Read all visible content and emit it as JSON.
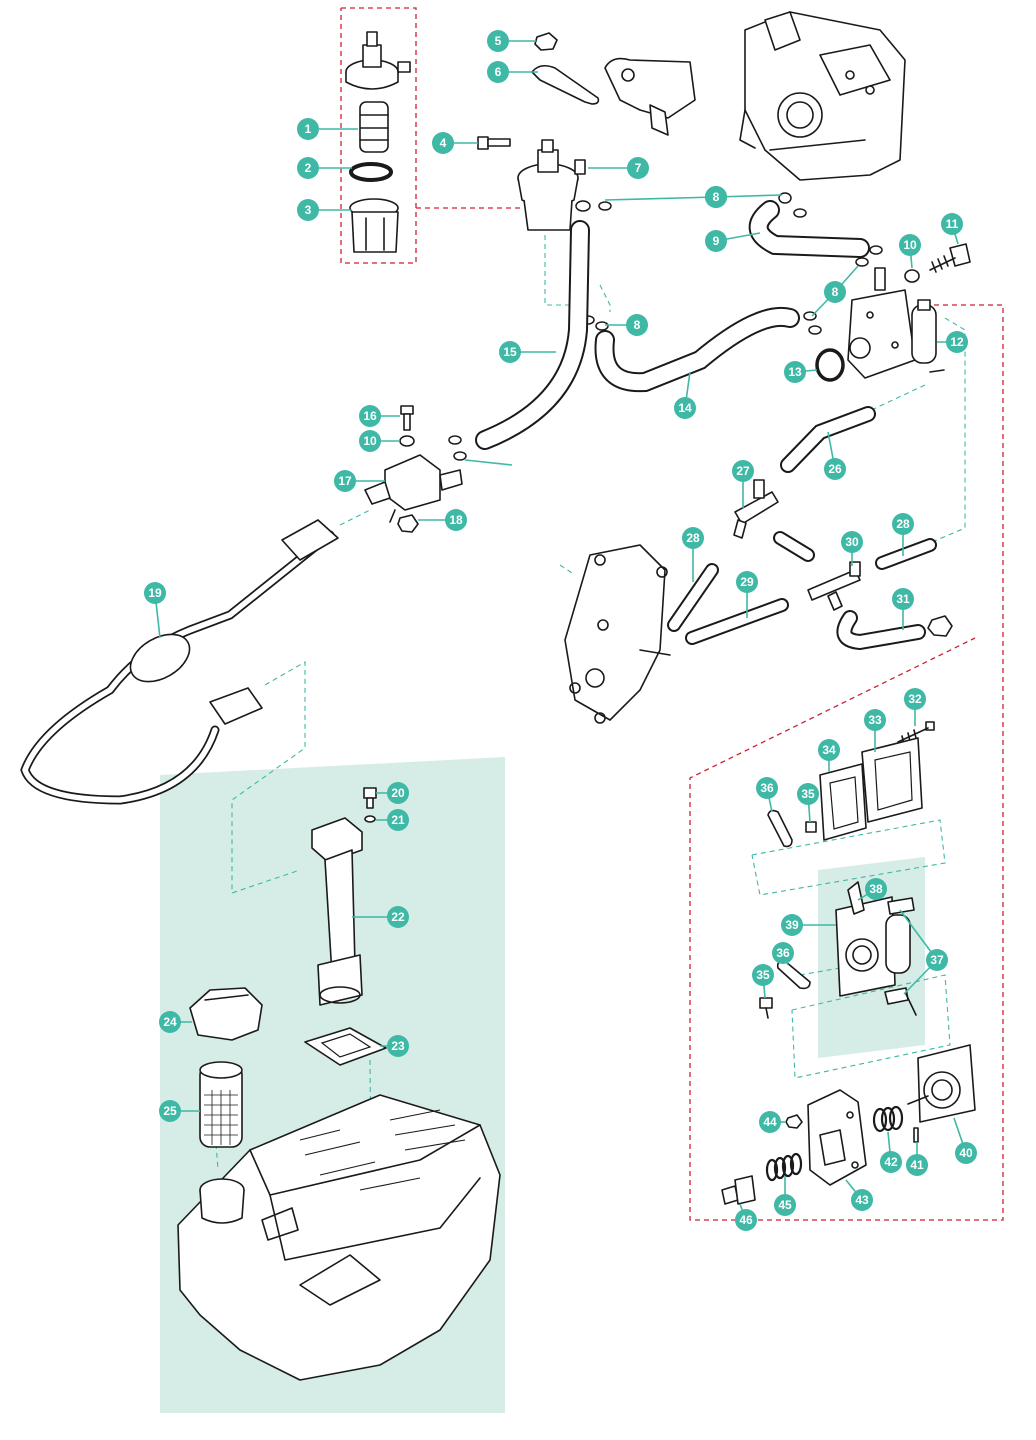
{
  "colors": {
    "callout": "#3fb8a6",
    "leader": "#3fb8a6",
    "tank_shade": "#d5ede6",
    "pump_shade": "#d5ede6",
    "group_box": "#cc2233",
    "dash_teal": "#3fb8a6",
    "line_art": "#1a1a1a"
  },
  "callouts": [
    {
      "id": "c1",
      "label": "1"
    },
    {
      "id": "c2",
      "label": "2"
    },
    {
      "id": "c3",
      "label": "3"
    },
    {
      "id": "c4",
      "label": "4"
    },
    {
      "id": "c5",
      "label": "5"
    },
    {
      "id": "c6",
      "label": "6"
    },
    {
      "id": "c7",
      "label": "7"
    },
    {
      "id": "c8a",
      "label": "8"
    },
    {
      "id": "c8b",
      "label": "8"
    },
    {
      "id": "c8c",
      "label": "8"
    },
    {
      "id": "c8d",
      "label": "8"
    },
    {
      "id": "c9",
      "label": "9"
    },
    {
      "id": "c10a",
      "label": "10"
    },
    {
      "id": "c10b",
      "label": "10"
    },
    {
      "id": "c11",
      "label": "11"
    },
    {
      "id": "c12",
      "label": "12"
    },
    {
      "id": "c13",
      "label": "13"
    },
    {
      "id": "c14",
      "label": "14"
    },
    {
      "id": "c15",
      "label": "15"
    },
    {
      "id": "c16",
      "label": "16"
    },
    {
      "id": "c17",
      "label": "17"
    },
    {
      "id": "c18",
      "label": "18"
    },
    {
      "id": "c19",
      "label": "19"
    },
    {
      "id": "c20",
      "label": "20"
    },
    {
      "id": "c21",
      "label": "21"
    },
    {
      "id": "c22",
      "label": "22"
    },
    {
      "id": "c23",
      "label": "23"
    },
    {
      "id": "c24",
      "label": "24"
    },
    {
      "id": "c25",
      "label": "25"
    },
    {
      "id": "c26",
      "label": "26"
    },
    {
      "id": "c27",
      "label": "27"
    },
    {
      "id": "c28a",
      "label": "28"
    },
    {
      "id": "c28b",
      "label": "28"
    },
    {
      "id": "c29",
      "label": "29"
    },
    {
      "id": "c30",
      "label": "30"
    },
    {
      "id": "c31",
      "label": "31"
    },
    {
      "id": "c32",
      "label": "32"
    },
    {
      "id": "c33",
      "label": "33"
    },
    {
      "id": "c34",
      "label": "34"
    },
    {
      "id": "c35a",
      "label": "35"
    },
    {
      "id": "c35b",
      "label": "35"
    },
    {
      "id": "c36a",
      "label": "36"
    },
    {
      "id": "c36b",
      "label": "36"
    },
    {
      "id": "c37",
      "label": "37"
    },
    {
      "id": "c38",
      "label": "38"
    },
    {
      "id": "c39",
      "label": "39"
    },
    {
      "id": "c40",
      "label": "40"
    },
    {
      "id": "c41",
      "label": "41"
    },
    {
      "id": "c42",
      "label": "42"
    },
    {
      "id": "c43",
      "label": "43"
    },
    {
      "id": "c44",
      "label": "44"
    },
    {
      "id": "c45",
      "label": "45"
    },
    {
      "id": "c46",
      "label": "46"
    }
  ]
}
